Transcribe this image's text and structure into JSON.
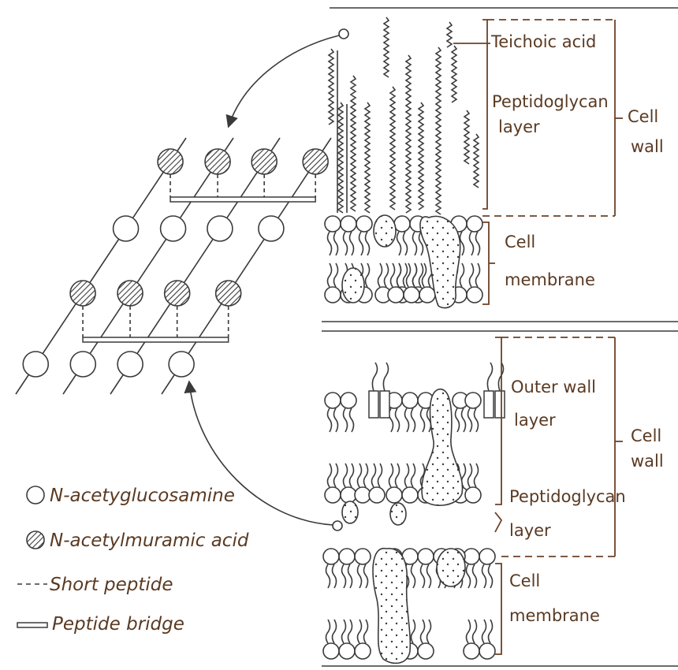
{
  "colors": {
    "ink": "#3a3a3a",
    "label": "#5a3a22",
    "background": "#ffffff"
  },
  "gram_positive": {
    "teichoic_acid": "Teichoic acid",
    "peptidoglycan_layer_1": "Peptidoglycan",
    "peptidoglycan_layer_2": "layer",
    "cell_wall_1": "Cell",
    "cell_wall_2": "wall",
    "cell_membrane_1": "Cell",
    "cell_membrane_2": "membrane"
  },
  "gram_negative": {
    "outer_wall_1": "Outer wall",
    "outer_wall_2": "layer",
    "cell_wall_1": "Cell",
    "cell_wall_2": "wall",
    "peptidoglycan_layer_1": "Peptidoglycan",
    "peptidoglycan_layer_2": "layer",
    "cell_membrane_1": "Cell",
    "cell_membrane_2": "membrane"
  },
  "legend": {
    "glucosamine": "N-acetyglucosamine",
    "muramic": "N-acetylmuramic acid",
    "short_peptide": "Short peptide",
    "peptide_bridge": "Peptide bridge"
  }
}
